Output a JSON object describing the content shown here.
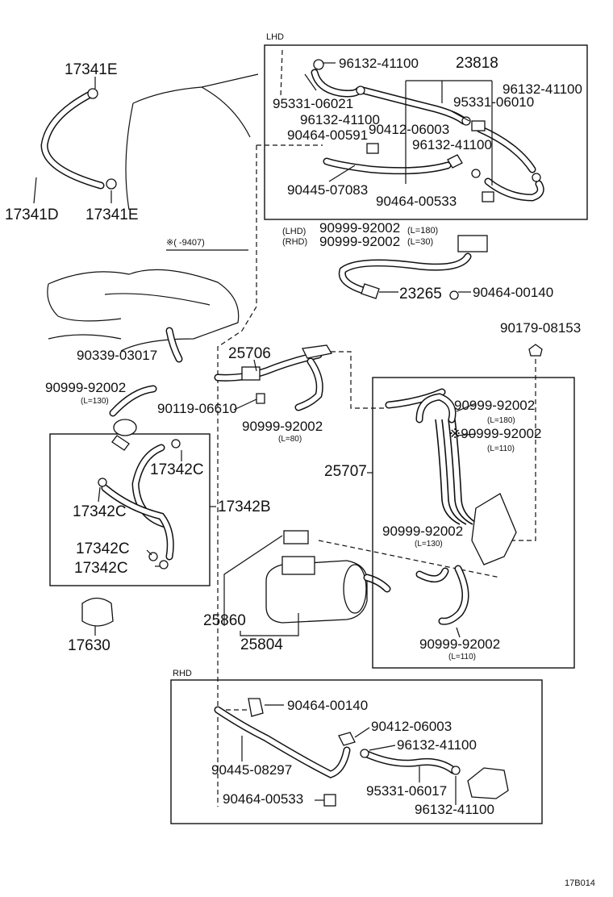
{
  "boxes": {
    "lhd": "LHD",
    "rhd": "RHD"
  },
  "labels": {
    "p17341e_a": "17341E",
    "p17341d": "17341D",
    "p17341e_b": "17341E",
    "p96132_41100_a": "96132-41100",
    "p23818": "23818",
    "p96132_41100_b": "96132-41100",
    "p95331_06021": "95331-06021",
    "p95331_06010": "95331-06010",
    "p96132_41100_c": "96132-41100",
    "p90464_00591": "90464-00591",
    "p90412_06003_a": "90412-06003",
    "p96132_41100_d": "96132-41100",
    "p90445_07083": "90445-07083",
    "p90464_00533_a": "90464-00533",
    "lhd_tag": "(LHD)",
    "rhd_tag": "(RHD)",
    "p90999_92002_lhd": "90999-92002",
    "p90999_92002_rhd": "90999-92002",
    "len_180_a": "(L=180)",
    "len_30": "(L=30)",
    "note_9407": "※(    -9407)",
    "p23265": "23265",
    "p90464_00140_a": "90464-00140",
    "p90179_08153": "90179-08153",
    "p90339_03017": "90339-03017",
    "p25706": "25706",
    "p90999_92002_a": "90999-92002",
    "len_130_a": "(L=130)",
    "p90119_06610": "90119-06610",
    "p90999_92002_b": "90999-92002",
    "len_80": "(L=80)",
    "p90999_92002_c": "90999-92002",
    "len_180_b": "(L=180)",
    "p90999_92002_d": "※90999-92002",
    "len_110_a": "(L=110)",
    "p25707": "25707",
    "p17342c_a": "17342C",
    "p17342b": "17342B",
    "p17342c_b": "17342C",
    "p90999_92002_e": "90999-92002",
    "len_130_b": "(L=130)",
    "p17342c_c": "17342C",
    "p17342c_d": "17342C",
    "p17630": "17630",
    "p25860": "25860",
    "p25804": "25804",
    "p90999_92002_f": "90999-92002",
    "len_110_b": "(L=110)",
    "p90464_00140_b": "90464-00140",
    "p90412_06003_b": "90412-06003",
    "p96132_41100_e": "96132-41100",
    "p90445_08297": "90445-08297",
    "p95331_06017": "95331-06017",
    "p90464_00533_b": "90464-00533",
    "p96132_41100_f": "96132-41100"
  },
  "figure_code": "17B014"
}
